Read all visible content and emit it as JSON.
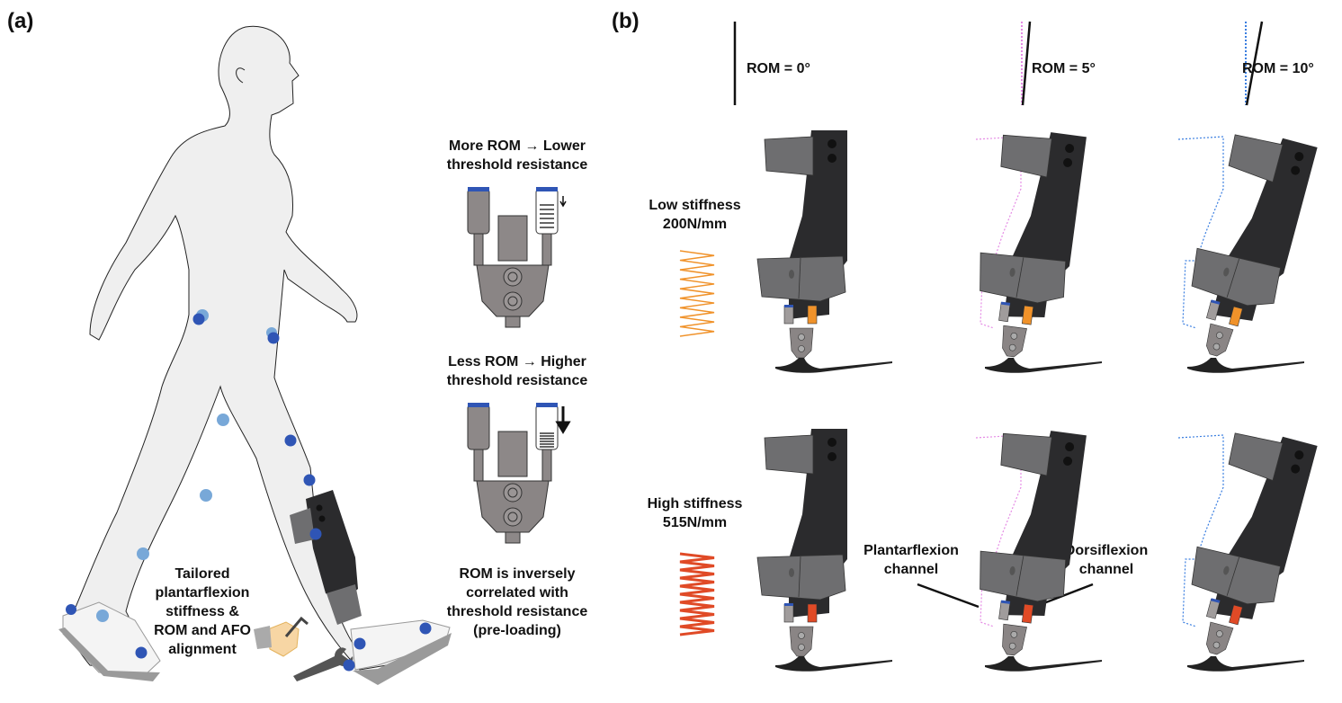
{
  "panel_a": {
    "label": "(a)",
    "caption_more_rom": [
      "More ROM → Lower",
      "threshold resistance"
    ],
    "caption_less_rom": [
      "Less ROM → Higher",
      "threshold resistance"
    ],
    "caption_inverse": [
      "ROM is inversely",
      "correlated with",
      "threshold resistance",
      "(pre-loading)"
    ],
    "caption_tailored": [
      "Tailored",
      "plantarflexion",
      "stiffness &",
      "ROM and AFO",
      "alignment"
    ],
    "marker_colors": {
      "dark": "#2f55b5",
      "light": "#78a8d8"
    },
    "body_fill": "#efefef"
  },
  "panel_b": {
    "label": "(b)",
    "rom_columns": [
      {
        "label": "ROM = 0°",
        "angle_deg": 0,
        "reference_color": null
      },
      {
        "label": "ROM = 5°",
        "angle_deg": 5,
        "reference_color": "#e58be5"
      },
      {
        "label": "ROM = 10°",
        "angle_deg": 10,
        "reference_color": "#3a7ee0"
      }
    ],
    "stiffness_rows": [
      {
        "label": [
          "Low stiffness",
          "200N/mm"
        ],
        "spring_color": "#f0922a"
      },
      {
        "label": [
          "High stiffness",
          "515N/mm"
        ],
        "spring_color": "#e04a26"
      }
    ],
    "channel_labels": {
      "plantarflexion": [
        "Plantarflexion",
        "channel"
      ],
      "dorsiflexion": [
        "Dorsiflexion",
        "channel"
      ]
    },
    "afo_colors": {
      "strut": "#2b2b2d",
      "cuff": "#6e6e70",
      "channel_blue": "#2f55b5"
    }
  }
}
